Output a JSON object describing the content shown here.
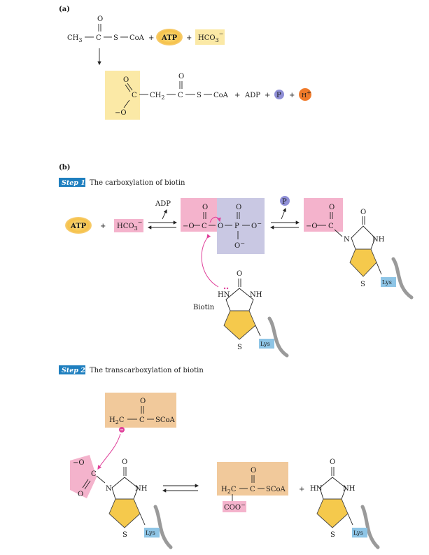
{
  "panel_a": {
    "label": "(a)",
    "reactant": {
      "ch3": "CH",
      "ch3_sub": "3",
      "c": "C",
      "o": "O",
      "s": "S",
      "coa": "CoA"
    },
    "atp": "ATP",
    "hco3": "HCO",
    "hco3_sub": "3",
    "hco3_sup": "−",
    "plus": "+",
    "product": {
      "o_minus": "−O",
      "c1": "C",
      "o1": "O",
      "ch2": "CH",
      "ch2_sub": "2",
      "c2": "C",
      "o2": "O",
      "s": "S",
      "coa": "CoA"
    },
    "adp": "ADP",
    "p": "P",
    "h": "H",
    "h_sup": "+"
  },
  "panel_b": {
    "label": "(b)",
    "step1": {
      "tag": "Step 1",
      "title": "The carboxylation of biotin",
      "atp": "ATP",
      "hco3": "HCO",
      "hco3_sub": "3",
      "hco3_sup": "−",
      "adp": "ADP",
      "p": "P",
      "o_minus": "−O",
      "c": "C",
      "o": "O",
      "p_atom": "P",
      "o_sup": "−",
      "biotin_label": "Biotin",
      "hn": "HN",
      "nh": "NH",
      "n": "N",
      "s": "S",
      "lys": "Lys"
    },
    "step2": {
      "tag": "Step 2",
      "title": "The transcarboxylation of biotin",
      "h2c": "H",
      "h2c_sub": "2",
      "h2c_c": "C",
      "c": "C",
      "o": "O",
      "scoa": "SCoA",
      "coo": "COO",
      "coo_sup": "−",
      "o_minus": "−O",
      "n": "N",
      "nh": "NH",
      "hn": "HN",
      "s": "S",
      "lys": "Lys",
      "plus": "+"
    }
  },
  "colors": {
    "yellow_highlight": "#fbe9a6",
    "atp_orb": "#f6c24a",
    "pink": "#f4b3cc",
    "lavender": "#c9c8e3",
    "peach": "#f1c99b",
    "arrow_magenta": "#e0409a",
    "p_circle": "#8f8fd6",
    "h_circle": "#f07a2a",
    "step_blue": "#1f7fbf",
    "ring_yellow": "#f5c94c",
    "lys_blue": "#8ec5e6"
  }
}
